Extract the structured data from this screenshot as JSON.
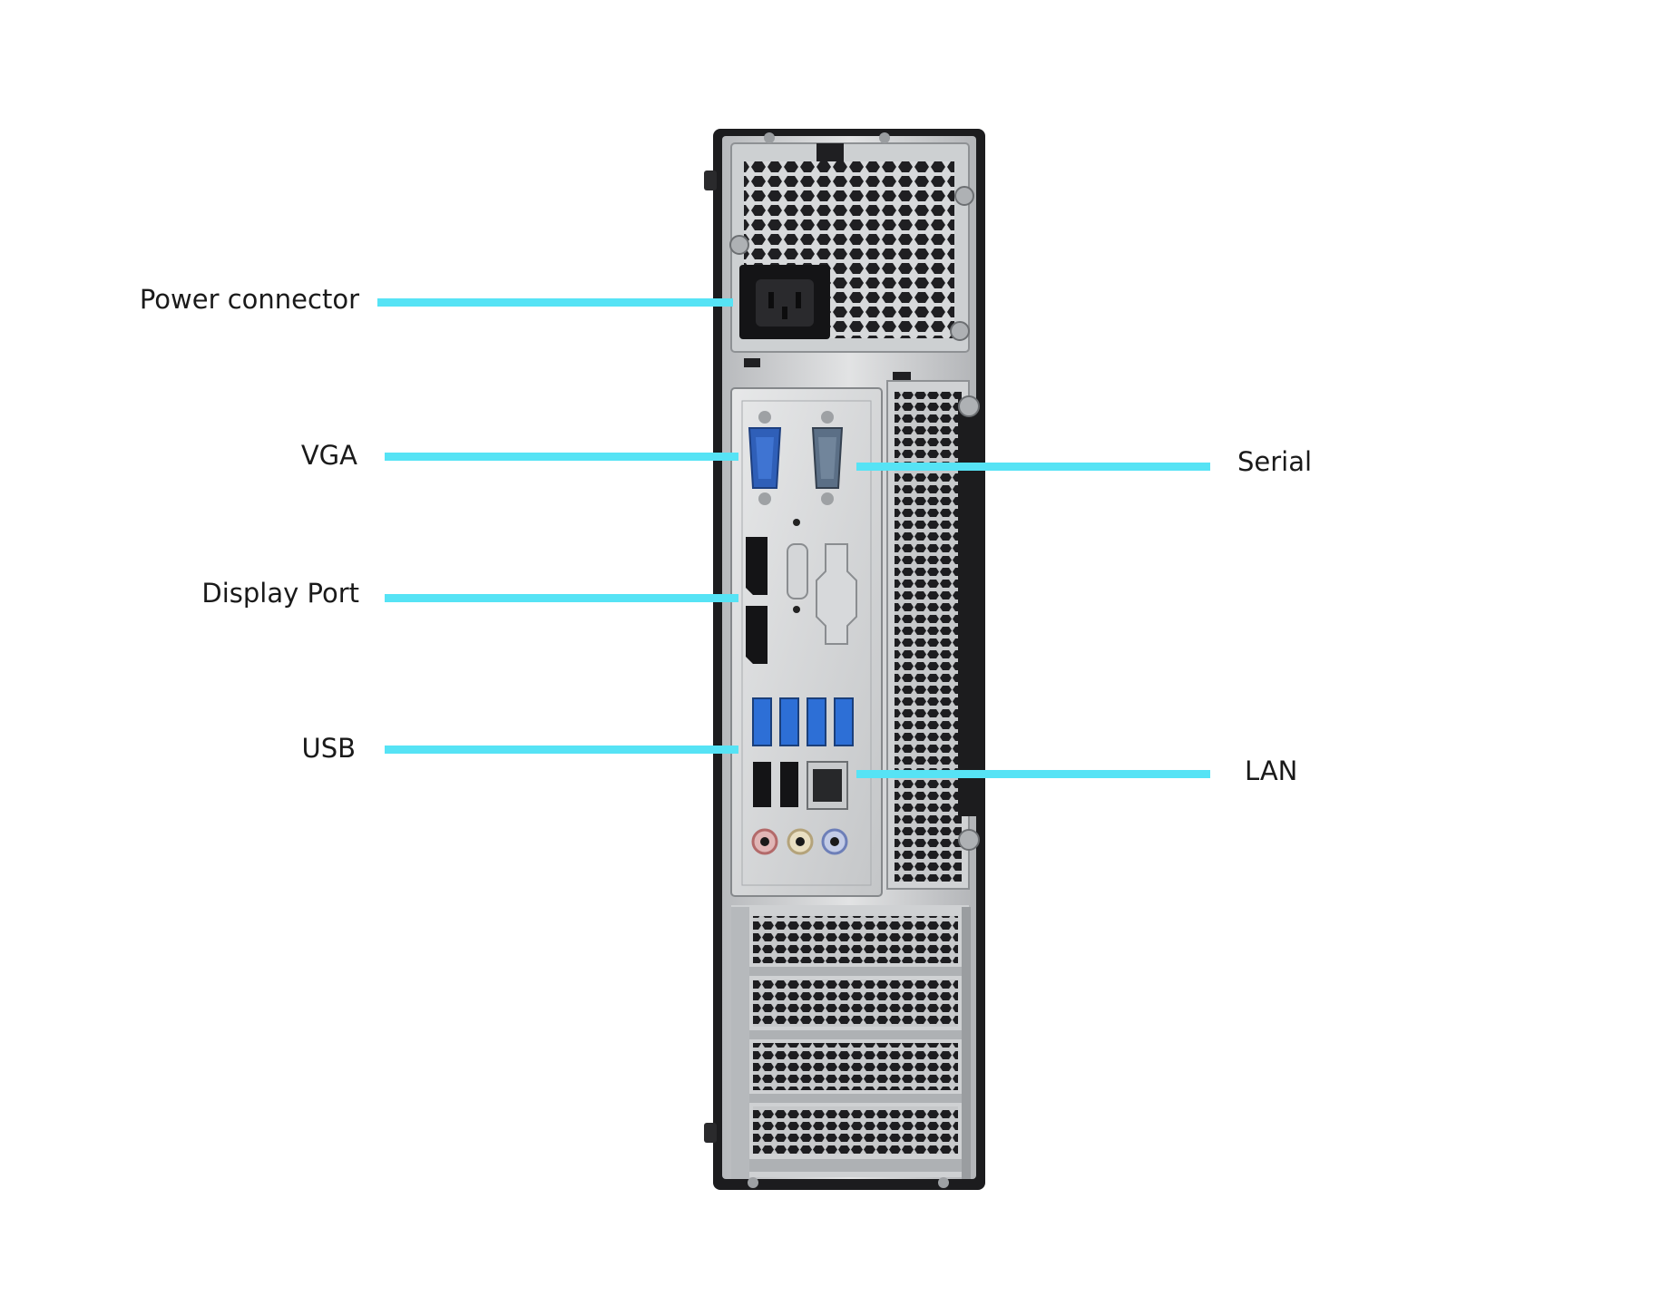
{
  "callouts": {
    "power": "Power connector",
    "vga": "VGA",
    "displayport": "Display Port",
    "usb": "USB",
    "serial": "Serial",
    "lan": "LAN"
  },
  "colors": {
    "leader": "#56e3f5",
    "chassis_dark": "#1c1c1e",
    "chassis_metal": "#c9cbcd",
    "port_blue": "#2f5fb8",
    "usb_blue": "#2d6fd6"
  }
}
